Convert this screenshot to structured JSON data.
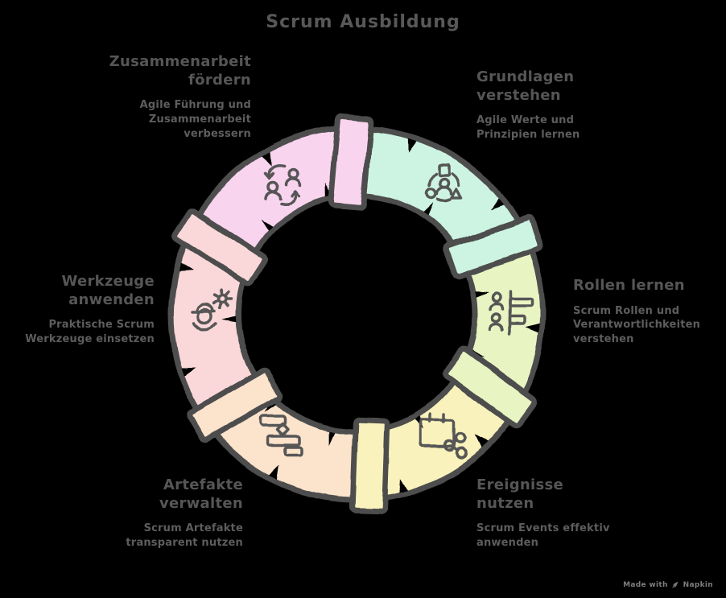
{
  "title": {
    "text": "Scrum Ausbildung"
  },
  "outline_color": "#4d4d4d",
  "icon_color": "#565656",
  "text_color": "#565656",
  "segments": [
    {
      "id": "grundlagen-verstehen",
      "heading": "Grundlagen\nverstehen",
      "description": "Agile Werte und\nPrinzipien lernen",
      "color": "#cdf4e2",
      "icon": "person-shapes-icon"
    },
    {
      "id": "rollen-lernen",
      "heading": "Rollen lernen",
      "description": "Scrum Rollen und\nVerantwortlichkeiten\nverstehen",
      "color": "#e8f4c2",
      "icon": "people-list-icon"
    },
    {
      "id": "ereignisse-nutzen",
      "heading": "Ereignisse\nnutzen",
      "description": "Scrum Events effektiv\nanwenden",
      "color": "#faf2bc",
      "icon": "calendar-share-icon"
    },
    {
      "id": "artefakte-verwalten",
      "heading": "Artefakte\nverwalten",
      "description": "Scrum Artefakte\ntransparent nutzen",
      "color": "#fbe3cc",
      "icon": "stacked-blocks-icon"
    },
    {
      "id": "werkzeuge-anwenden",
      "heading": "Werkzeuge\nanwenden",
      "description": "Praktische Scrum\nWerkzeuge einsetzen",
      "color": "#fad8d9",
      "icon": "person-gear-icon"
    },
    {
      "id": "zusammenarbeit-foerdern",
      "heading": "Zusammenarbeit\nfördern",
      "description": "Agile Führung und\nZusammenarbeit\nverbessern",
      "color": "#f9d4ee",
      "icon": "people-sync-icon"
    }
  ],
  "credit": {
    "made_with": "Made with",
    "brand": "Napkin",
    "icon": "pen-icon"
  }
}
